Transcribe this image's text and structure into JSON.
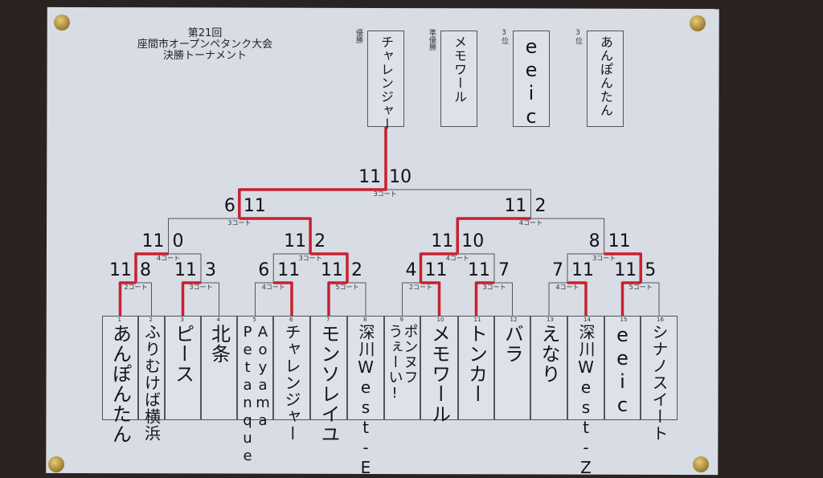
{
  "title": {
    "line1": "第21回",
    "line2": "座間市オープンペタンク大会",
    "line3": "決勝トーナメント"
  },
  "results": [
    {
      "place": "優勝",
      "team": "チャレンジャー"
    },
    {
      "place": "準優勝",
      "team": "メモワール"
    },
    {
      "place": "3位",
      "team": "eeic"
    },
    {
      "place": "3位",
      "team": "あんぽんたん"
    }
  ],
  "teams": [
    {
      "no": "1",
      "name": "あんぽんたん"
    },
    {
      "no": "2",
      "name": "ふりむけば横浜"
    },
    {
      "no": "3",
      "name": "ピース"
    },
    {
      "no": "4",
      "name": "北条"
    },
    {
      "no": "5",
      "name": "Aoyama\nPetanque"
    },
    {
      "no": "6",
      "name": "チャレンジャー"
    },
    {
      "no": "7",
      "name": "モンソレイユ"
    },
    {
      "no": "8",
      "name": "深川West-E"
    },
    {
      "no": "9",
      "name": "ポンヌフ\nうぇーい!"
    },
    {
      "no": "10",
      "name": "メモワール"
    },
    {
      "no": "11",
      "name": "トンカー"
    },
    {
      "no": "12",
      "name": "バラ"
    },
    {
      "no": "13",
      "name": "えなり"
    },
    {
      "no": "14",
      "name": "深川West-Z"
    },
    {
      "no": "15",
      "name": "eeic"
    },
    {
      "no": "16",
      "name": "シナノスイート"
    }
  ],
  "rounds": [
    [
      {
        "court": "2コート",
        "scores": [
          "11",
          "8"
        ],
        "winner": 0
      },
      {
        "court": "3コート",
        "scores": [
          "11",
          "3"
        ],
        "winner": 0
      },
      {
        "court": "4コート",
        "scores": [
          "6",
          "11"
        ],
        "winner": 1
      },
      {
        "court": "5コート",
        "scores": [
          "11",
          "2"
        ],
        "winner": 0
      },
      {
        "court": "2コート",
        "scores": [
          "4",
          "11"
        ],
        "winner": 1
      },
      {
        "court": "3コート",
        "scores": [
          "11",
          "7"
        ],
        "winner": 0
      },
      {
        "court": "4コート",
        "scores": [
          "7",
          "11"
        ],
        "winner": 1
      },
      {
        "court": "5コート",
        "scores": [
          "11",
          "5"
        ],
        "winner": 0
      }
    ],
    [
      {
        "court": "4コート",
        "scores": [
          "11",
          "0"
        ],
        "winner": 0
      },
      {
        "court": "3コート",
        "scores": [
          "11",
          "2"
        ],
        "winner": 1
      },
      {
        "court": "4コート",
        "scores": [
          "11",
          "10"
        ],
        "winner": 0
      },
      {
        "court": "3コート",
        "scores": [
          "8",
          "11"
        ],
        "winner": 1
      }
    ],
    [
      {
        "court": "3コート",
        "scores": [
          "6",
          "11"
        ],
        "winner": 1
      },
      {
        "court": "4コート",
        "scores": [
          "11",
          "2"
        ],
        "winner": 0
      }
    ],
    [
      {
        "court": "3コート",
        "scores": [
          "11",
          "10"
        ],
        "winner": 0
      }
    ]
  ],
  "colors": {
    "winner_line": "#c8202e",
    "bracket_line": "#555555",
    "paper": "#d8dce5"
  }
}
